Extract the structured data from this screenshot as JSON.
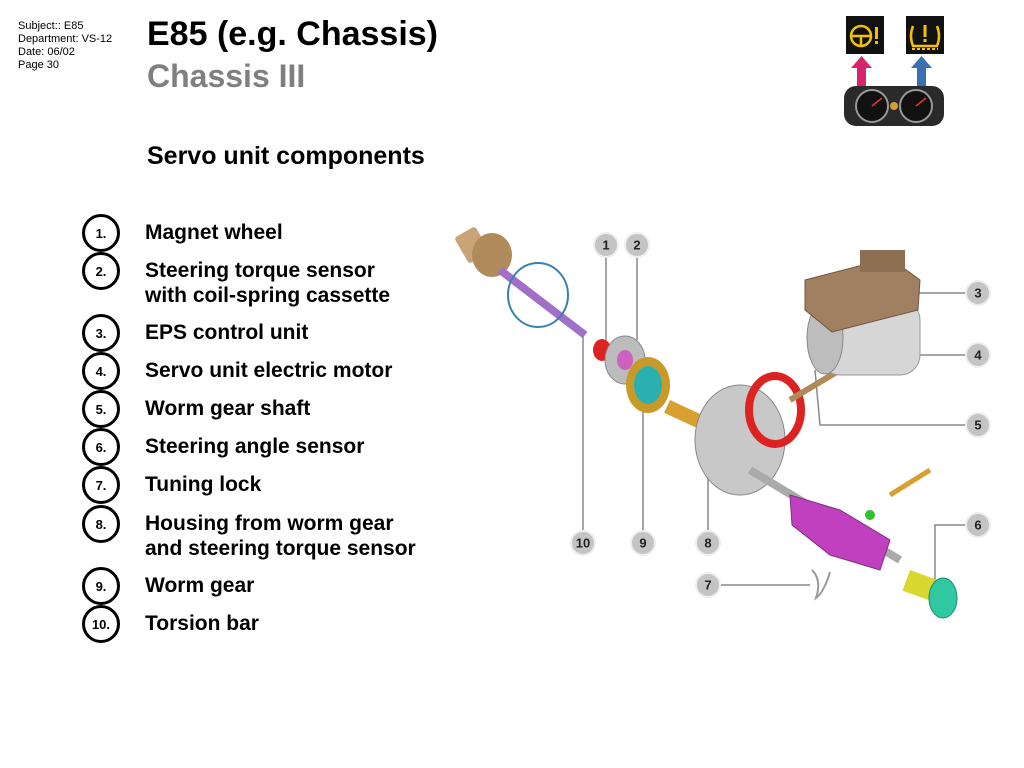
{
  "meta": {
    "subject": "Subject:: E85",
    "department": "Department: VS-12",
    "date": "Date: 06/02",
    "page": "Page 30"
  },
  "title": "E85 (e.g. Chassis)",
  "subtitle": "Chassis III",
  "heading": "Servo unit components",
  "components": [
    {
      "number": "1.",
      "lines": [
        "Magnet wheel"
      ]
    },
    {
      "number": "2.",
      "lines": [
        "Steering torque sensor",
        "with coil-spring cassette"
      ]
    },
    {
      "number": "3.",
      "lines": [
        "EPS control unit"
      ]
    },
    {
      "number": "4.",
      "lines": [
        "Servo unit electric motor"
      ]
    },
    {
      "number": "5.",
      "lines": [
        "Worm gear shaft"
      ]
    },
    {
      "number": "6.",
      "lines": [
        "Steering angle sensor"
      ]
    },
    {
      "number": "7.",
      "lines": [
        "Tuning lock"
      ]
    },
    {
      "number": "8.",
      "lines": [
        "Housing from worm gear",
        "and steering torque sensor"
      ]
    },
    {
      "number": "9.",
      "lines": [
        "Worm gear"
      ]
    },
    {
      "number": "10.",
      "lines": [
        "Torsion bar"
      ]
    }
  ],
  "diagram_callouts": [
    "1",
    "2",
    "3",
    "4",
    "5",
    "6",
    "7",
    "8",
    "9",
    "10"
  ],
  "icons": {
    "left": "steering-warning-icon",
    "right": "tire-pressure-warning-icon",
    "cluster": "instrument-cluster-icon"
  },
  "colors": {
    "warning_yellow": "#f2c200",
    "arrow_pink": "#d6246e",
    "arrow_blue": "#3a6fb0",
    "subtitle_gray": "#7f7f7f",
    "callout_gray": "#bdbdbd"
  }
}
